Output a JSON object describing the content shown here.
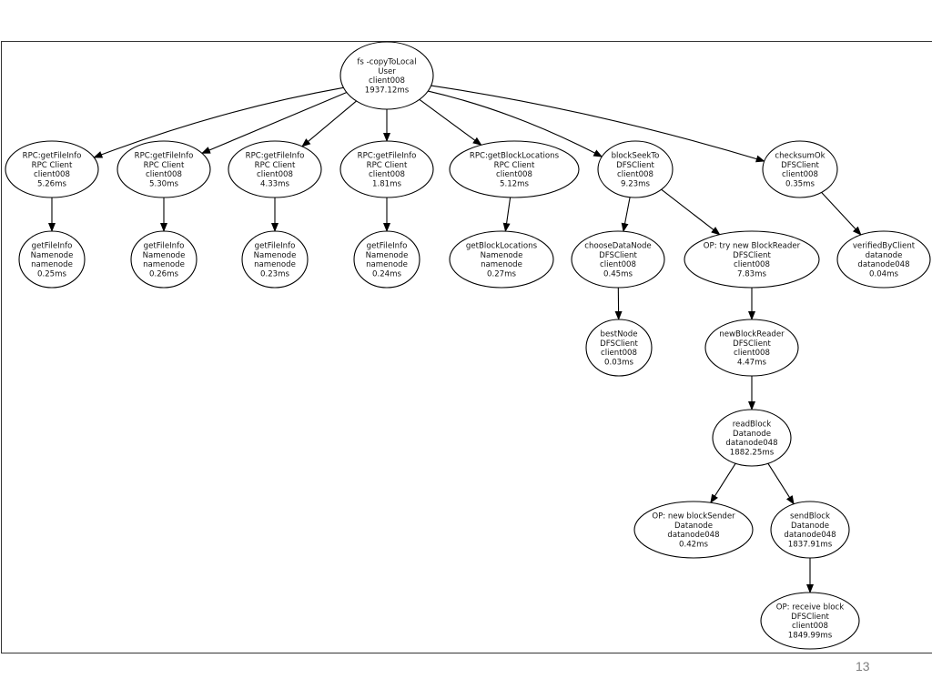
{
  "diagram": {
    "type": "tree",
    "colors": {
      "stroke": "#000000",
      "fill": "#ffffff",
      "text": "#111111",
      "page_number": "#7f7f7f"
    },
    "nodes": [
      {
        "id": "copy",
        "lines": [
          "fs -copyToLocal",
          "User",
          "client008",
          "1937.12ms"
        ]
      },
      {
        "id": "rpc1",
        "lines": [
          "RPC:getFileInfo",
          "RPC Client",
          "client008",
          "5.26ms"
        ]
      },
      {
        "id": "rpc2",
        "lines": [
          "RPC:getFileInfo",
          "RPC Client",
          "client008",
          "5.30ms"
        ]
      },
      {
        "id": "rpc3",
        "lines": [
          "RPC:getFileInfo",
          "RPC Client",
          "client008",
          "4.33ms"
        ]
      },
      {
        "id": "rpc4",
        "lines": [
          "RPC:getFileInfo",
          "RPC Client",
          "client008",
          "1.81ms"
        ]
      },
      {
        "id": "rpcbl",
        "lines": [
          "RPC:getBlockLocations",
          "RPC Client",
          "client008",
          "5.12ms"
        ]
      },
      {
        "id": "seek",
        "lines": [
          "blockSeekTo",
          "DFSClient",
          "client008",
          "9.23ms"
        ]
      },
      {
        "id": "chk",
        "lines": [
          "checksumOk",
          "DFSClient",
          "client008",
          "0.35ms"
        ]
      },
      {
        "id": "gfi1",
        "lines": [
          "getFileInfo",
          "Namenode",
          "namenode",
          "0.25ms"
        ]
      },
      {
        "id": "gfi2",
        "lines": [
          "getFileInfo",
          "Namenode",
          "namenode",
          "0.26ms"
        ]
      },
      {
        "id": "gfi3",
        "lines": [
          "getFileInfo",
          "Namenode",
          "namenode",
          "0.23ms"
        ]
      },
      {
        "id": "gfi4",
        "lines": [
          "getFileInfo",
          "Namenode",
          "namenode",
          "0.24ms"
        ]
      },
      {
        "id": "gbl",
        "lines": [
          "getBlockLocations",
          "Namenode",
          "namenode",
          "0.27ms"
        ]
      },
      {
        "id": "cdn",
        "lines": [
          "chooseDataNode",
          "DFSClient",
          "client008",
          "0.45ms"
        ]
      },
      {
        "id": "optry",
        "lines": [
          "OP: try new BlockReader",
          "DFSClient",
          "client008",
          "7.83ms"
        ]
      },
      {
        "id": "vbc",
        "lines": [
          "verifiedByClient",
          "datanode",
          "datanode048",
          "0.04ms"
        ]
      },
      {
        "id": "best",
        "lines": [
          "bestNode",
          "DFSClient",
          "client008",
          "0.03ms"
        ]
      },
      {
        "id": "nbr",
        "lines": [
          "newBlockReader",
          "DFSClient",
          "client008",
          "4.47ms"
        ]
      },
      {
        "id": "rb",
        "lines": [
          "readBlock",
          "Datanode",
          "datanode048",
          "1882.25ms"
        ]
      },
      {
        "id": "opsend",
        "lines": [
          "OP: new blockSender",
          "Datanode",
          "datanode048",
          "0.42ms"
        ]
      },
      {
        "id": "sb",
        "lines": [
          "sendBlock",
          "Datanode",
          "datanode048",
          "1837.91ms"
        ]
      },
      {
        "id": "oprecv",
        "lines": [
          "OP: receive block",
          "DFSClient",
          "client008",
          "1849.99ms"
        ]
      }
    ],
    "edges": [
      [
        "copy",
        "rpc1"
      ],
      [
        "copy",
        "rpc2"
      ],
      [
        "copy",
        "rpc3"
      ],
      [
        "copy",
        "rpc4"
      ],
      [
        "copy",
        "rpcbl"
      ],
      [
        "copy",
        "seek"
      ],
      [
        "copy",
        "chk"
      ],
      [
        "rpc1",
        "gfi1"
      ],
      [
        "rpc2",
        "gfi2"
      ],
      [
        "rpc3",
        "gfi3"
      ],
      [
        "rpc4",
        "gfi4"
      ],
      [
        "rpcbl",
        "gbl"
      ],
      [
        "seek",
        "cdn"
      ],
      [
        "seek",
        "optry"
      ],
      [
        "chk",
        "vbc"
      ],
      [
        "cdn",
        "best"
      ],
      [
        "optry",
        "nbr"
      ],
      [
        "nbr",
        "rb"
      ],
      [
        "rb",
        "opsend"
      ],
      [
        "rb",
        "sb"
      ],
      [
        "sb",
        "oprecv"
      ]
    ]
  },
  "page_number": "13"
}
